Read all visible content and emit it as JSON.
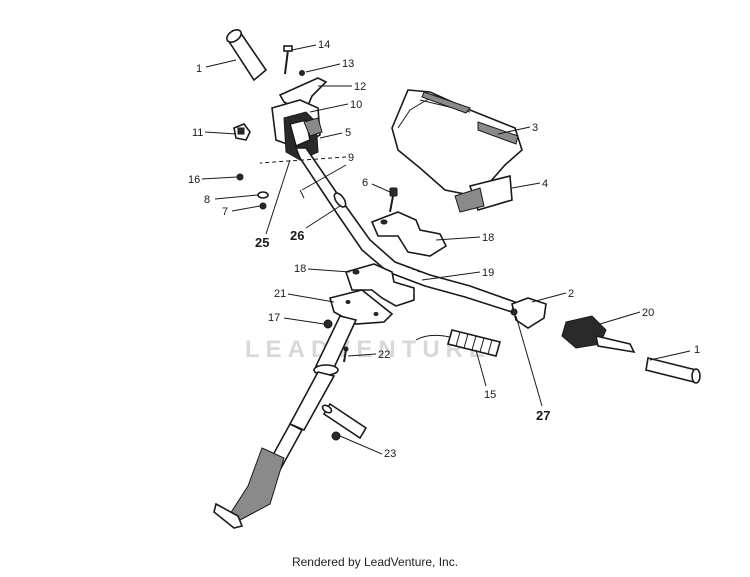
{
  "watermark": "LEADVENTURE",
  "footer": "Rendered by LeadVenture, Inc.",
  "callouts": {
    "c1a": "1",
    "c14": "14",
    "c13": "13",
    "c12": "12",
    "c10": "10",
    "c5": "5",
    "c11": "11",
    "c9": "9",
    "c16": "16",
    "c8": "8",
    "c7": "7",
    "c6": "6",
    "c25": "25",
    "c26": "26",
    "c3": "3",
    "c4": "4",
    "c18a": "18",
    "c18b": "18",
    "c19": "19",
    "c21": "21",
    "c2": "2",
    "c20": "20",
    "c17": "17",
    "c22": "22",
    "c1b": "1",
    "c15": "15",
    "c27": "27",
    "c23": "23"
  }
}
